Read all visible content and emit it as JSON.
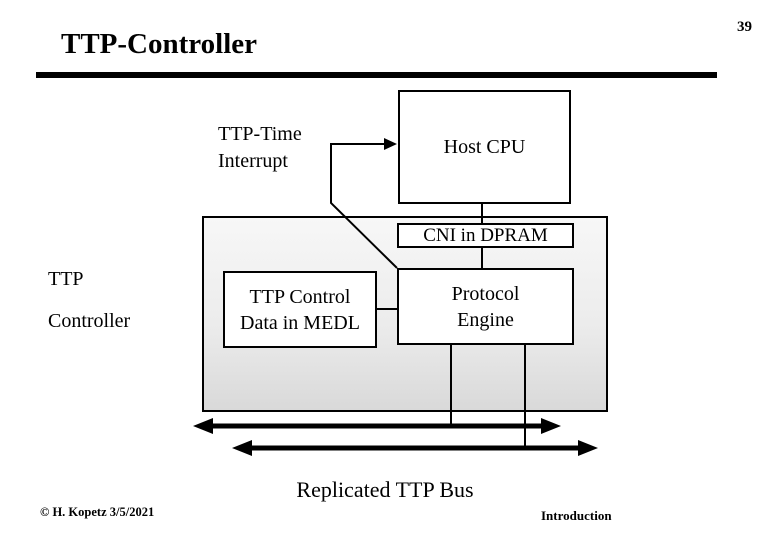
{
  "slide": {
    "page_number": "39",
    "title": "TTP-Controller",
    "footer": {
      "copyright": "© H. Kopetz 3/5/2021",
      "section": "Introduction"
    }
  },
  "diagram": {
    "interrupt_label": {
      "line1": "TTP-Time",
      "line2": "Interrupt"
    },
    "host_cpu_label": "Host CPU",
    "cni_label": "CNI in DPRAM",
    "controller_label": {
      "line1": "TTP",
      "line2": "Controller"
    },
    "medl_label": {
      "line1": "TTP Control",
      "line2": "Data in MEDL"
    },
    "protocol_engine_label": {
      "line1": "Protocol",
      "line2": "Engine"
    },
    "bus_label": "Replicated TTP Bus",
    "colors": {
      "line": "#000000",
      "box_fill": "#ffffff",
      "container_fill_top": "#f7f7f7",
      "container_fill_bottom": "#d9d9d9"
    }
  }
}
